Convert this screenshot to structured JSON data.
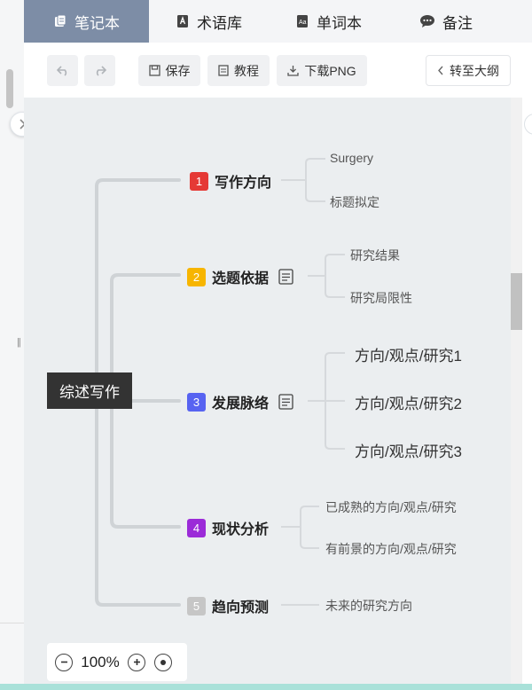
{
  "tabs": [
    {
      "label": "笔记本",
      "icon": "notebook-icon",
      "active": true
    },
    {
      "label": "术语库",
      "icon": "book-icon",
      "active": false
    },
    {
      "label": "单词本",
      "icon": "dictionary-icon",
      "active": false
    },
    {
      "label": "备注",
      "icon": "comment-icon",
      "active": false
    }
  ],
  "toolbar": {
    "undo_icon": "undo-icon",
    "redo_icon": "redo-icon",
    "save": "保存",
    "tutorial": "教程",
    "download": "下载PNG",
    "outline": "转至大纲"
  },
  "mindmap": {
    "root": "综述写作",
    "branches": [
      {
        "num": "1",
        "label": "写作方向",
        "color": "#e53935",
        "has_note": false,
        "children": [
          "Surgery",
          "标题拟定"
        ]
      },
      {
        "num": "2",
        "label": "选题依据",
        "color": "#f7b500",
        "has_note": true,
        "children": [
          "研究结果",
          "研究局限性"
        ]
      },
      {
        "num": "3",
        "label": "发展脉络",
        "color": "#5763f1",
        "has_note": true,
        "children": [
          "方向/观点/研究1",
          "方向/观点/研究2",
          "方向/观点/研究3"
        ]
      },
      {
        "num": "4",
        "label": "现状分析",
        "color": "#9b2bd8",
        "has_note": false,
        "children": [
          "已成熟的方向/观点/研究",
          "有前景的方向/观点/研究"
        ]
      },
      {
        "num": "5",
        "label": "趋向预测",
        "color": "#c6c6c6",
        "has_note": false,
        "children": [
          "未来的研究方向"
        ]
      }
    ]
  },
  "zoom": {
    "level": "100%"
  }
}
